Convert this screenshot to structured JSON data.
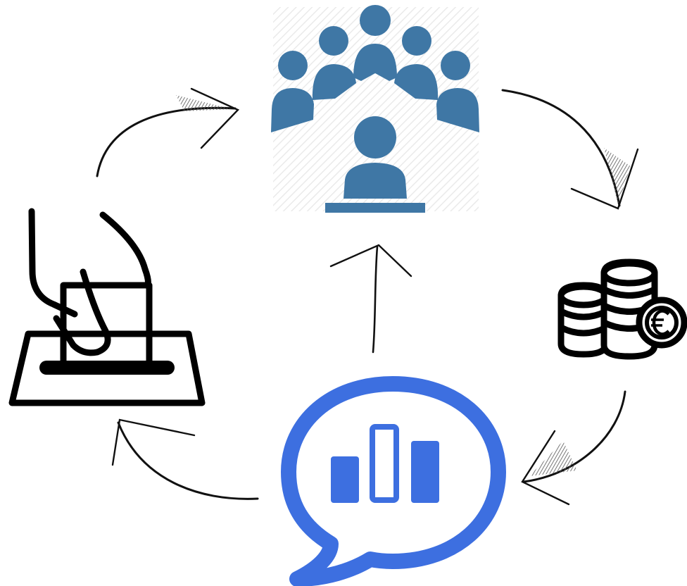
{
  "diagram": {
    "nodes": [
      {
        "id": "assembly",
        "icon": "assembly-people-icon",
        "color": "#3f77a5"
      },
      {
        "id": "budget",
        "icon": "euro-coins-icon",
        "color": "#000000"
      },
      {
        "id": "opinion",
        "icon": "speech-bubble-chart-icon",
        "color": "#3d6fe0"
      },
      {
        "id": "vote",
        "icon": "ballot-box-vote-icon",
        "color": "#000000"
      }
    ],
    "edges": [
      {
        "from": "vote",
        "to": "assembly"
      },
      {
        "from": "assembly",
        "to": "budget"
      },
      {
        "from": "budget",
        "to": "opinion"
      },
      {
        "from": "opinion",
        "to": "vote"
      },
      {
        "from": "opinion",
        "to": "assembly"
      }
    ],
    "colors": {
      "arrow": "#111111",
      "background": "#ffffff"
    }
  }
}
